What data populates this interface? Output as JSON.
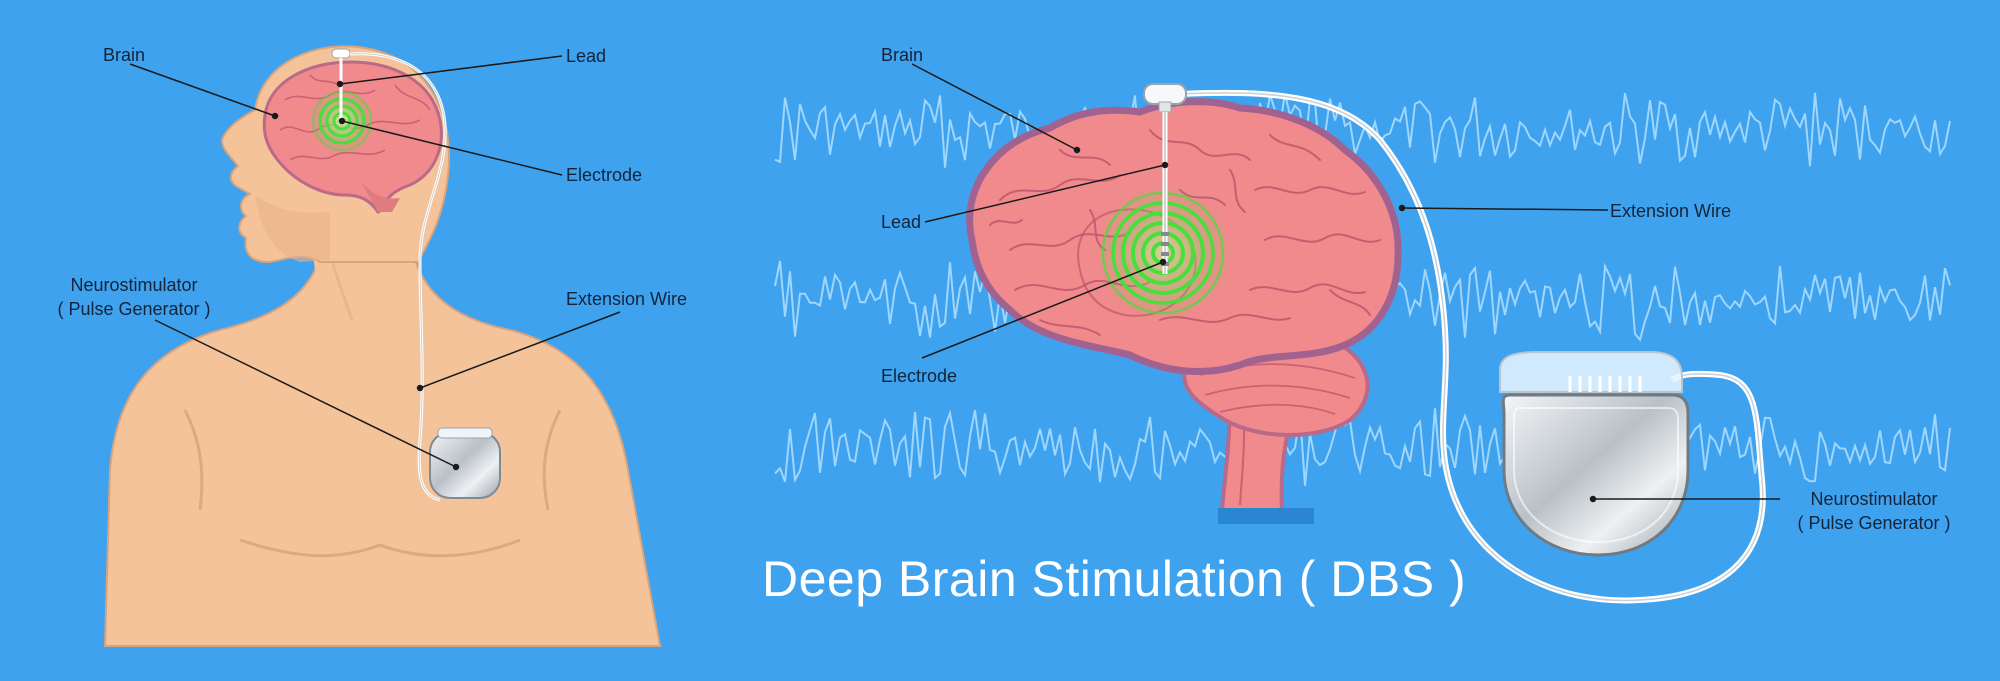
{
  "title": "Deep Brain Stimulation ( DBS )",
  "colors": {
    "background": "#3fa2ee",
    "skin": "#f4c39a",
    "brain": "#f08a8c",
    "electrode_field": "#45e03c",
    "wave": "#a9dcff",
    "device": "#d8dde2"
  },
  "left_panel": {
    "labels": {
      "brain": "Brain",
      "lead": "Lead",
      "electrode": "Electrode",
      "neurostimulator": "Neurostimulator",
      "pulse_generator": "( Pulse Generator )",
      "extension_wire": "Extension Wire"
    }
  },
  "right_panel": {
    "labels": {
      "brain": "Brain",
      "lead": "Lead",
      "electrode": "Electrode",
      "extension_wire": "Extension Wire",
      "neurostimulator": "Neurostimulator",
      "pulse_generator": "( Pulse Generator )"
    }
  }
}
